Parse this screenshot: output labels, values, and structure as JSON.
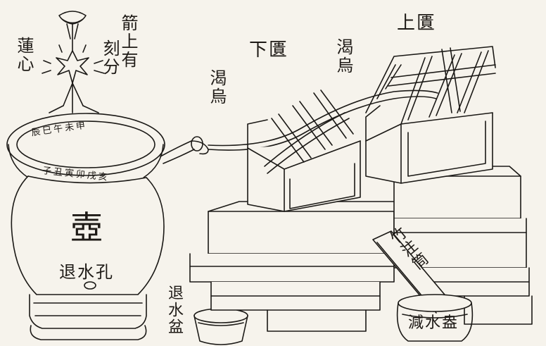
{
  "labels": {
    "lotus_heart": "蓮心",
    "arrow_marks": "箭上有",
    "arrow_marks_2": "刻分",
    "pot": "壺",
    "overflow_hole": "退水孔",
    "overflow_basin": "退水盆",
    "lower_chest": "下匱",
    "upper_chest": "上匱",
    "siphon_left": "渴烏",
    "siphon_right": "渴烏",
    "bamboo_tube": "竹注筒",
    "reducing_basin": "減水盎"
  },
  "ring_text": {
    "top": "辰巳午未申",
    "bottom": "子丑寅卯戌亥"
  }
}
